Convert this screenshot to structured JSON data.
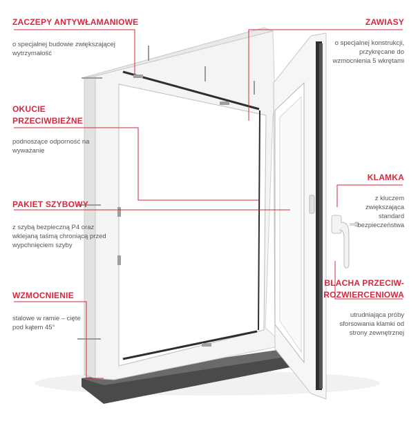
{
  "colors": {
    "accent": "#d7263d",
    "text": "#555555",
    "frame": "#f4f4f4",
    "sill": "#4a4a4a"
  },
  "callouts": {
    "zaczepy": {
      "title": "ZACZEPY ANTYWŁAMANIOWE",
      "desc": "o specjalnej budowie zwiększającej wytrzymałość"
    },
    "okucie": {
      "title_line1": "OKUCIE",
      "title_line2": "PRZECIWBIEŻNE",
      "desc": "podnoszące odporność na wyważanie"
    },
    "pakiet": {
      "title": "PAKIET SZYBOWY",
      "desc": "z szybą bezpieczną P4 oraz wklejaną taśmą chroniącą przed wypchnięciem szyby"
    },
    "wzmocnienie": {
      "title": "WZMOCNIENIE",
      "desc": "stalowe w ramie – cięte pod kątem 45°"
    },
    "zawiasy": {
      "title": "ZAWIASY",
      "desc": "o specjalnej konstrukcji, przykręcane do wzmocnienia 5 wkrętami"
    },
    "klamka": {
      "title": "KLAMKA",
      "desc": "z kluczem zwiększająca standard bezpieczeństwa"
    },
    "blacha": {
      "title_line1": "BLACHA PRZECIW-",
      "title_line2": "ROZWIERCENIOWA",
      "desc": "utrudniająca próby sforsowania klamki od strony zewnętrznej"
    }
  }
}
